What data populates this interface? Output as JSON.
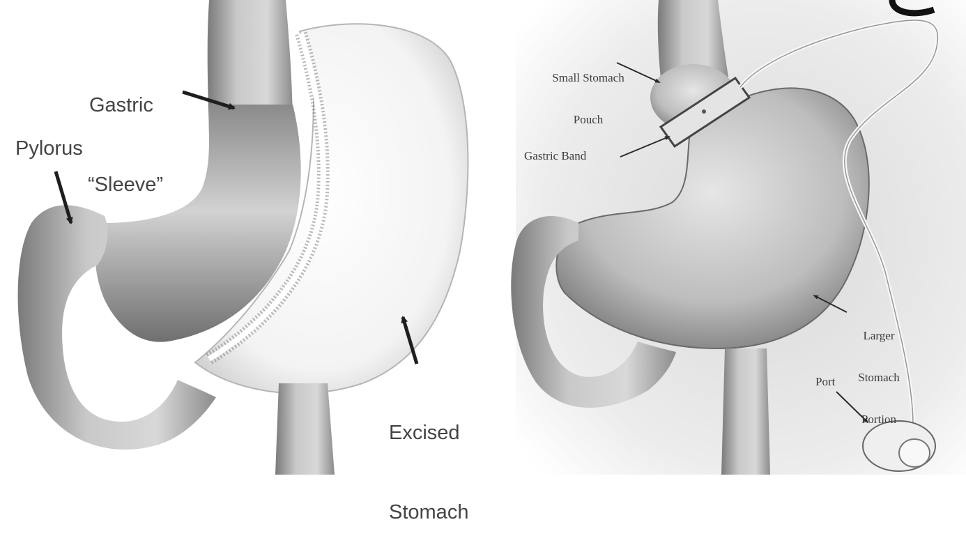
{
  "left_panel": {
    "labels": {
      "sleeve_line1": "Gastric",
      "sleeve_line2": "“Sleeve”",
      "pylorus": "Pylorus",
      "excised_line1": "Excised",
      "excised_line2": "Stomach"
    }
  },
  "right_panel": {
    "labels": {
      "pouch_line1": "Small Stomach",
      "pouch_line2": "Pouch",
      "band": "Gastric Band",
      "larger_line1": "Larger",
      "larger_line2": "Stomach",
      "larger_line3": "Portion",
      "port": "Port"
    }
  }
}
